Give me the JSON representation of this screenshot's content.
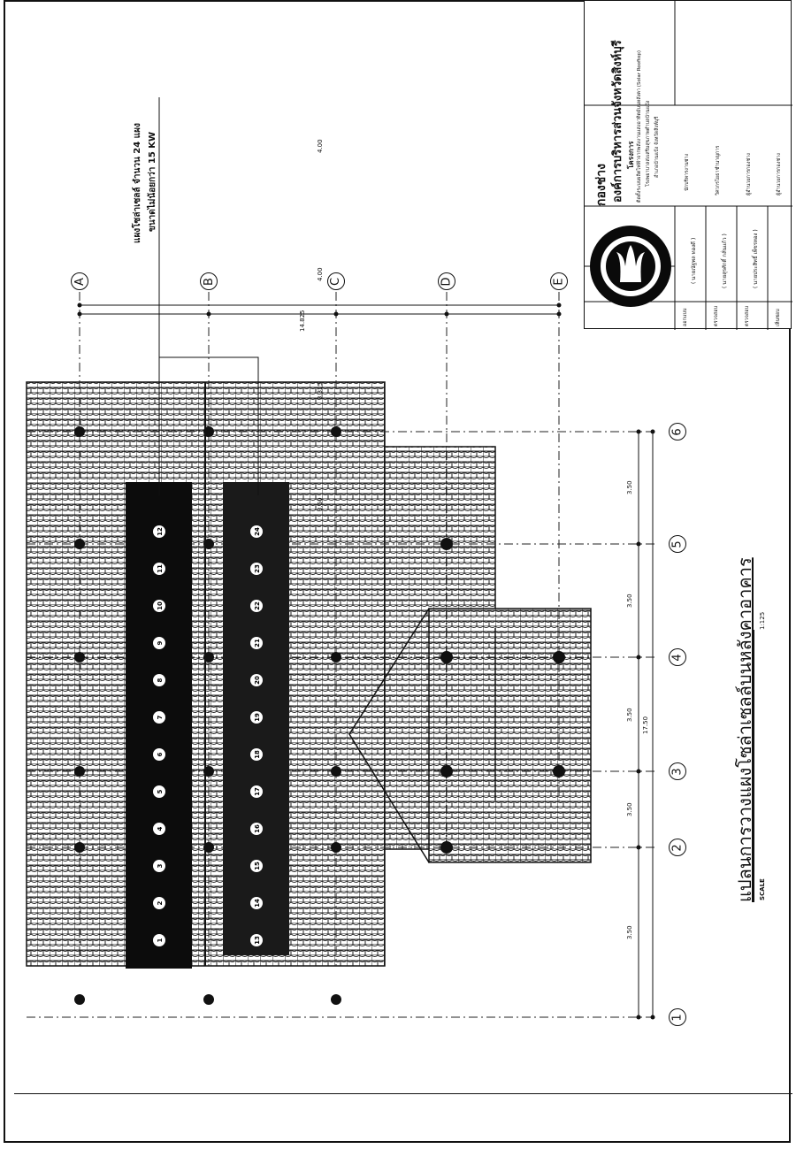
{
  "drawing": {
    "title": "แปลนการวางแผงโซล่าเซลล์บนหลังคาอาคาร",
    "scale_label": "SCALE",
    "scale_value": "1:125",
    "annotation_line1": "แผงโซล่าเซลล์ จำนวน 24 แผง",
    "annotation_line2": "ขนาดไม่น้อยกว่า 15 KW"
  },
  "grid": {
    "rows": [
      "A",
      "B",
      "C",
      "D",
      "E"
    ],
    "columns": [
      "1",
      "2",
      "3",
      "4",
      "5",
      "6"
    ],
    "row_dims": [
      "4.00",
      "4.00",
      "3.325",
      "3.50"
    ],
    "row_total": "14.825",
    "col_dims": [
      "3.50",
      "3.50",
      "3.50",
      "3.50",
      "3.50"
    ],
    "col_total": "17.50"
  },
  "panels": {
    "row_one": [
      "1",
      "2",
      "3",
      "4",
      "5",
      "6",
      "7",
      "8",
      "9",
      "10",
      "11",
      "12"
    ],
    "row_two": [
      "13",
      "14",
      "15",
      "16",
      "17",
      "18",
      "19",
      "20",
      "21",
      "22",
      "23",
      "24"
    ]
  },
  "title_block": {
    "org_line1": "กองช่าง",
    "org_line2": "องค์การบริหารส่วนจังหวัดสิงห์บุรี",
    "project_label": "โครงการ",
    "project_line1": "ติดตั้งระบบผลิตไฟฟ้าจากพลังงานแสงอาทิตย์บนหลังคา (Solar Rooftop)",
    "project_line2": "โรงพยาบาลส่งเสริมสุขภาพตำบลบ้านแป้ง",
    "project_line3": "อำเภอบ้านแป้ง จังหวัดสิงห์บุรี",
    "role1": "ออกแบบ",
    "role2": "ตรวจสอบ",
    "role3": "ตรวจสอบ",
    "role4": "เห็นชอบ",
    "name1": "( นายณัฐพล ทองดี )",
    "name2": "( นายสุรศักดิ์ กลั่นแก้ว )",
    "name3": "( นายประสิทธิ์ เพ็ชรทอง )",
    "pos1": "นักบริหารงานช่าง",
    "pos2": "วิศวกรโยธาชำนาญการ",
    "pos3": "ผู้อำนวยการกองช่าง",
    "pos4": "ผู้อำนวยการกองช่าง"
  }
}
